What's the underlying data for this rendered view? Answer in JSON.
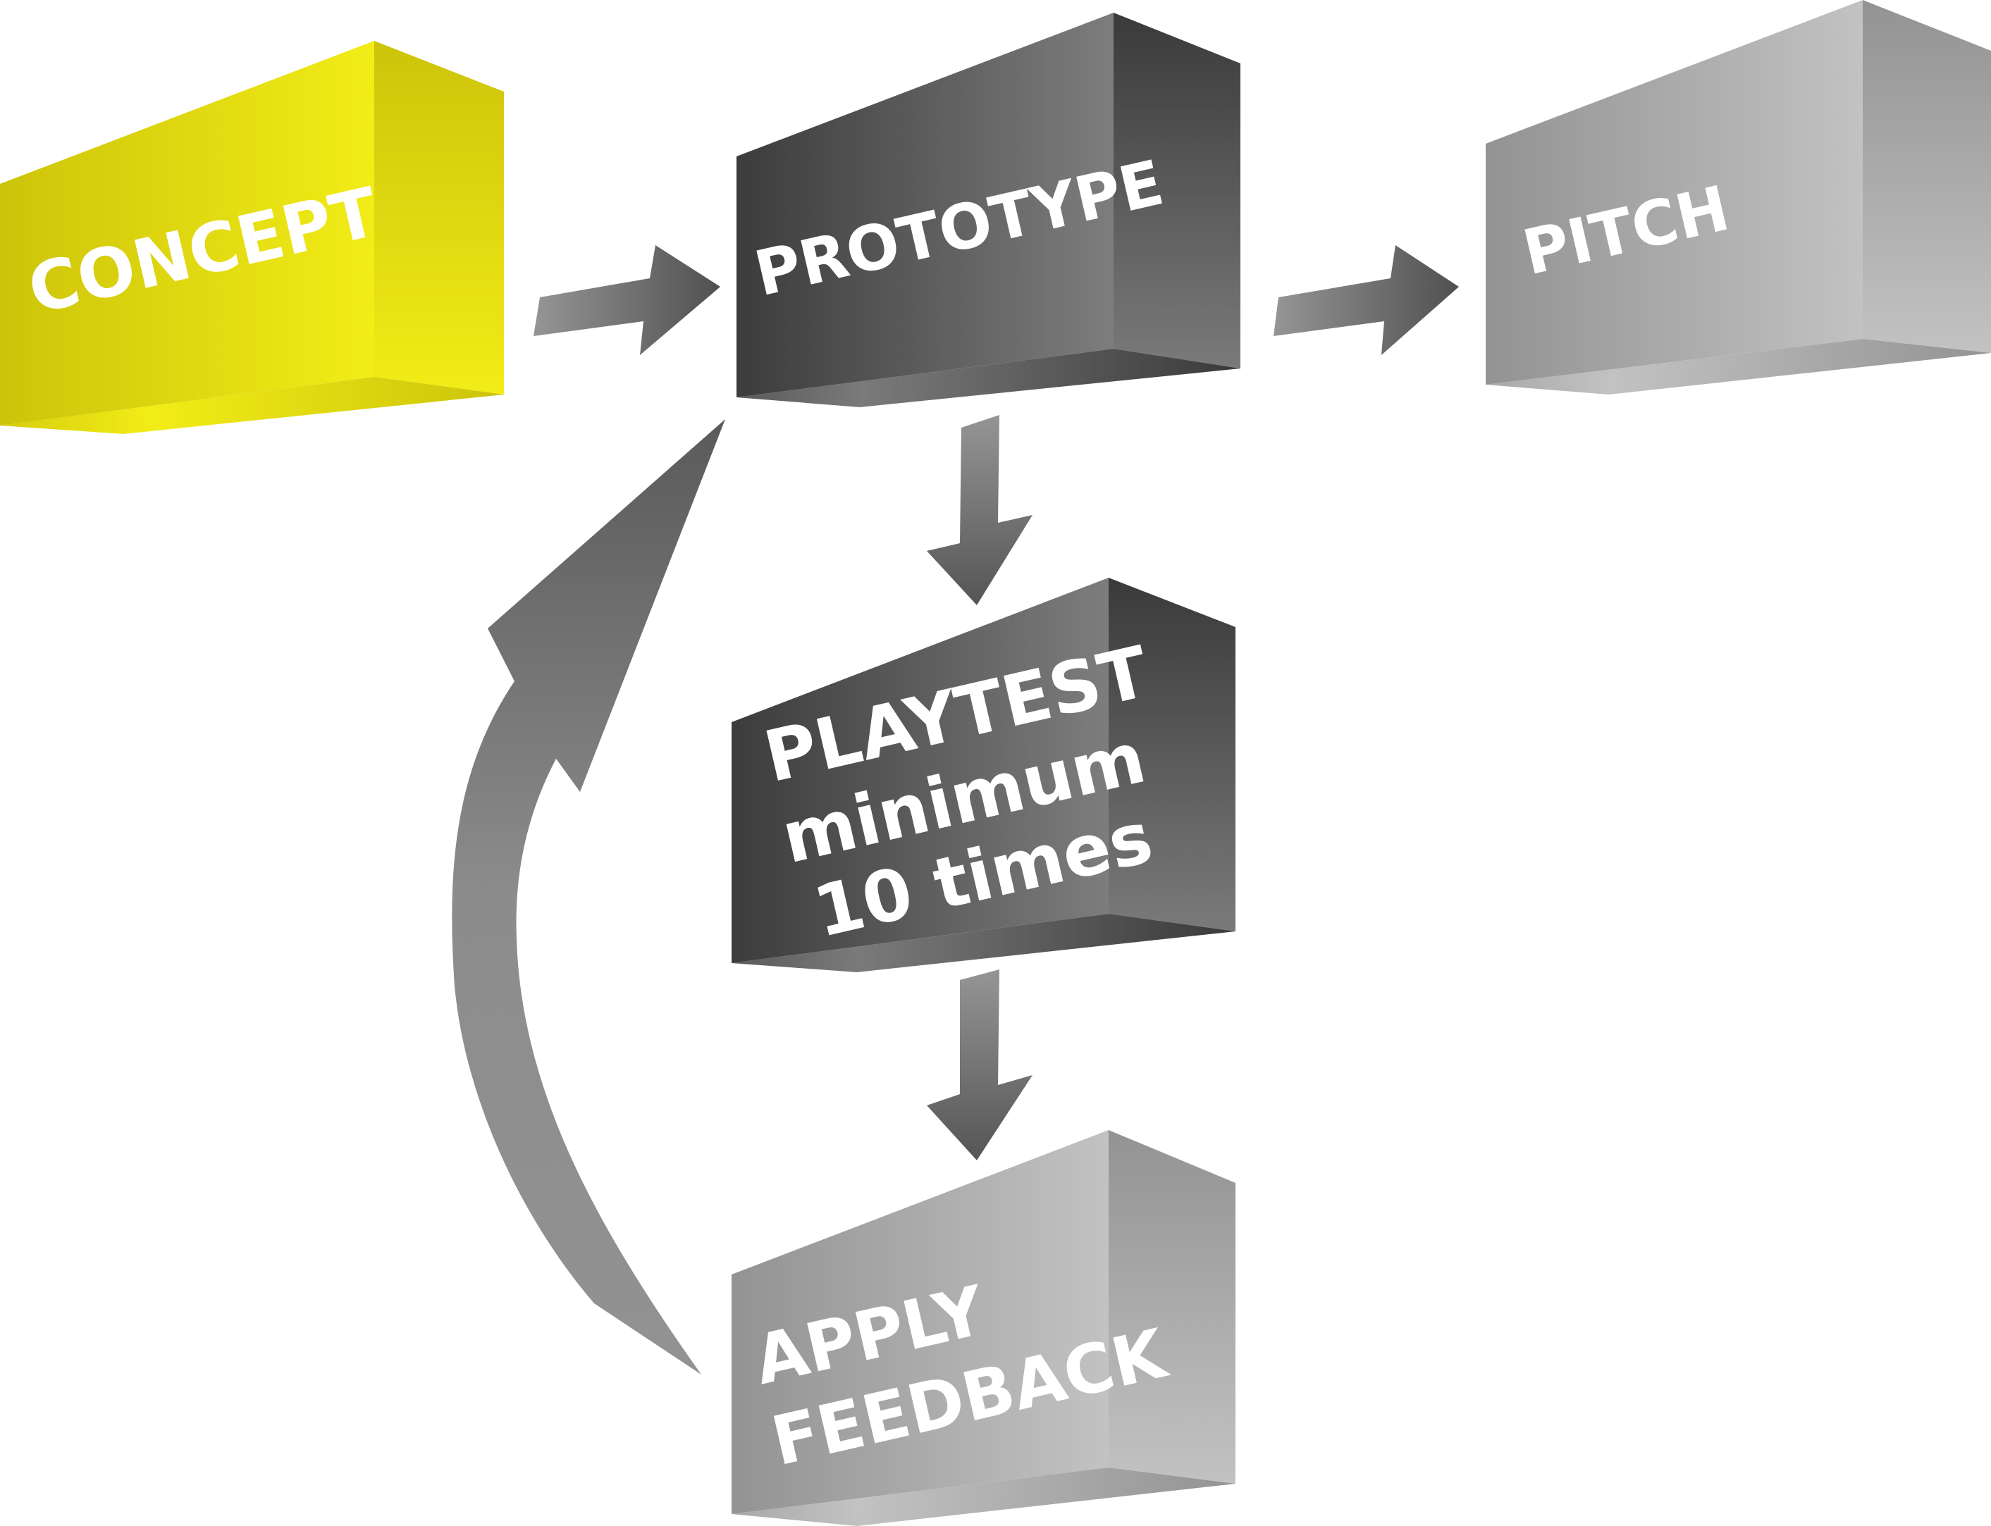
{
  "title": "Game design process flow",
  "colors": {
    "concept": "#f2ec17",
    "concept_dark": "#cdc40a",
    "prototype_dark": "#3c3c3c",
    "prototype_light": "#7a7a7a",
    "light_gray": "#c0c0c0",
    "mid_gray": "#939393",
    "arrow_dark": "#555555",
    "arrow_light": "#959595",
    "text": "#ffffff"
  },
  "nodes": [
    {
      "id": "concept",
      "lines": [
        "CONCEPT"
      ]
    },
    {
      "id": "prototype",
      "lines": [
        "PROTOTYPE"
      ]
    },
    {
      "id": "pitch",
      "lines": [
        "PITCH"
      ]
    },
    {
      "id": "playtest",
      "lines": [
        "PLAYTEST",
        "minimum",
        "10 times"
      ]
    },
    {
      "id": "apply-feedback",
      "lines": [
        "APPLY",
        "FEEDBACK"
      ]
    }
  ],
  "edges": [
    {
      "from": "concept",
      "to": "prototype"
    },
    {
      "from": "prototype",
      "to": "pitch"
    },
    {
      "from": "prototype",
      "to": "playtest"
    },
    {
      "from": "playtest",
      "to": "apply-feedback"
    },
    {
      "from": "apply-feedback",
      "to": "prototype",
      "style": "curved"
    }
  ]
}
